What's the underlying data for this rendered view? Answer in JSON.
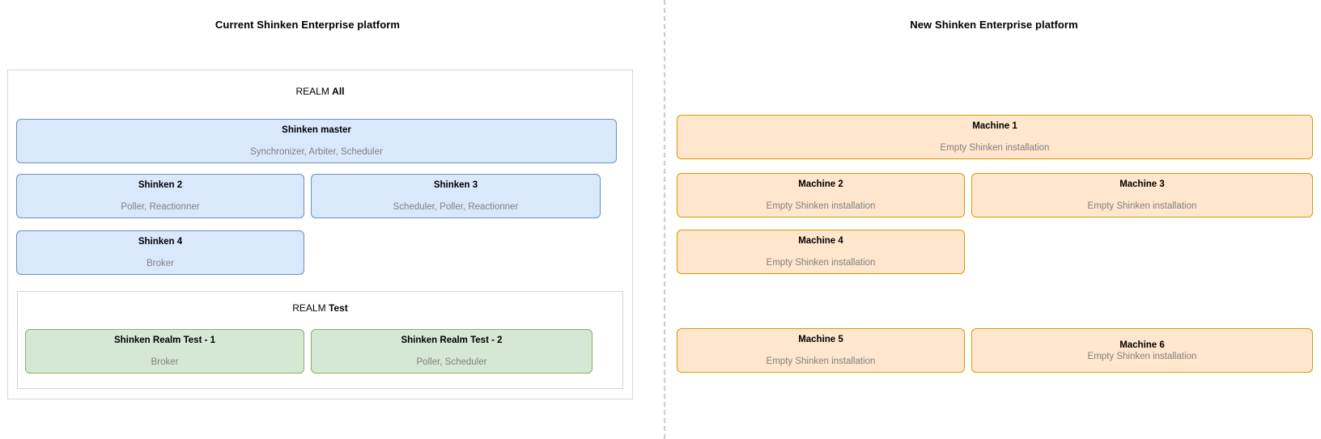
{
  "left_panel": {
    "title": "Current Shinken Enterprise platform",
    "realm_all": {
      "label_prefix": "REALM ",
      "label_name": "All",
      "nodes": [
        {
          "title": "Shinken master",
          "subtitle": "Synchronizer, Arbiter, Scheduler",
          "color": "#dae8fc",
          "border": "#6c8ebf"
        },
        {
          "title": "Shinken 2",
          "subtitle": "Poller, Reactionner",
          "color": "#dae8fc",
          "border": "#6c8ebf"
        },
        {
          "title": "Shinken 3",
          "subtitle": "Scheduler, Poller, Reactionner",
          "color": "#dae8fc",
          "border": "#6c8ebf"
        },
        {
          "title": "Shinken 4",
          "subtitle": "Broker",
          "color": "#dae8fc",
          "border": "#6c8ebf"
        }
      ]
    },
    "realm_test": {
      "label_prefix": "REALM ",
      "label_name": "Test",
      "nodes": [
        {
          "title": "Shinken Realm Test - 1",
          "subtitle": "Broker",
          "color": "#d5e8d4",
          "border": "#82b366"
        },
        {
          "title": "Shinken Realm Test - 2",
          "subtitle": "Poller, Scheduler",
          "color": "#d5e8d4",
          "border": "#82b366"
        }
      ]
    }
  },
  "right_panel": {
    "title": "New Shinken Enterprise platform",
    "machines": [
      {
        "title": "Machine 1",
        "subtitle": "Empty Shinken installation",
        "color": "#ffe6cc",
        "border": "#d79b00"
      },
      {
        "title": "Machine 2",
        "subtitle": "Empty Shinken installation",
        "color": "#ffe6cc",
        "border": "#d79b00"
      },
      {
        "title": "Machine 3",
        "subtitle": "Empty Shinken installation",
        "color": "#ffe6cc",
        "border": "#d79b00"
      },
      {
        "title": "Machine 4",
        "subtitle": "Empty Shinken installation",
        "color": "#ffe6cc",
        "border": "#d79b00"
      },
      {
        "title": "Machine 5",
        "subtitle": "Empty Shinken installation",
        "color": "#ffe6cc",
        "border": "#d79b00"
      },
      {
        "title": "Machine 6",
        "subtitle": "Empty Shinken installation",
        "color": "#ffe6cc",
        "border": "#d79b00"
      }
    ]
  },
  "divider": {
    "style": "dashed",
    "color": "#cccccc"
  }
}
